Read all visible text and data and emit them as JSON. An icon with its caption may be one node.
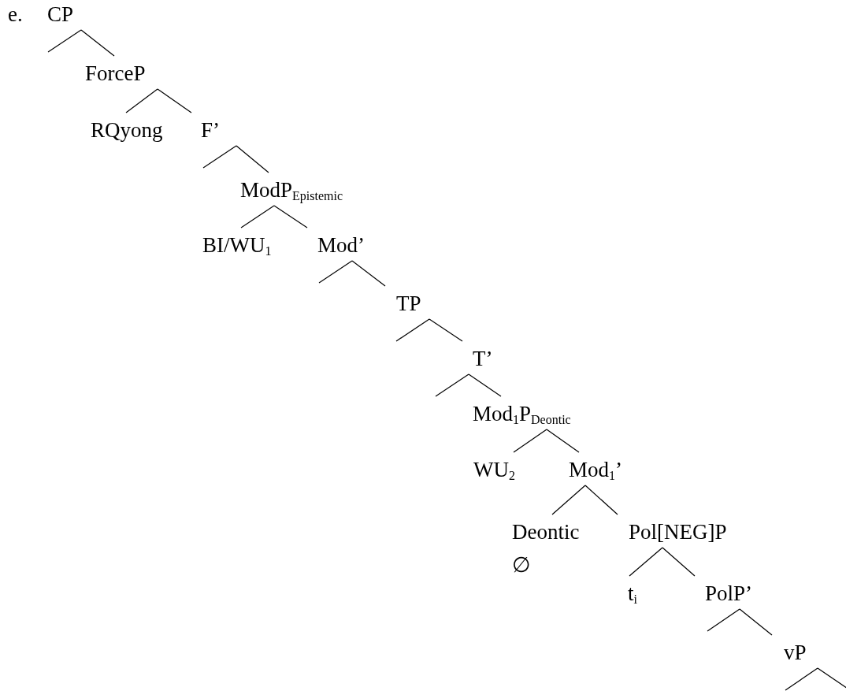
{
  "diagram": {
    "nodes": [
      {
        "text": [
          "CP"
        ]
      },
      {
        "text": [
          "ForceP"
        ]
      },
      {
        "text": [
          "RQyong"
        ]
      },
      {
        "text": [
          "F’"
        ]
      },
      {
        "text": [
          "ModP$_{Epistemic}$"
        ]
      },
      {
        "text": [
          "BI/WU$_{1}$"
        ]
      },
      {
        "text": [
          "Mod’"
        ]
      },
      {
        "text": [
          "TP"
        ]
      },
      {
        "text": [
          "T’"
        ]
      },
      {
        "text": [
          "Mod$_{1}$P$_{Deontic}$"
        ]
      },
      {
        "text": [
          "WU$_{2}$"
        ]
      },
      {
        "text": [
          "Mod$_{1}$’"
        ]
      },
      {
        "text": [
          "Deontic",
          "∅"
        ]
      },
      {
        "text": [
          "Pol[NEG]P"
        ]
      },
      {
        "text": [
          "t$_{i}$"
        ]
      },
      {
        "text": [
          "PolP’"
        ]
      },
      {
        "text": [
          "vP"
        ]
      }
    ],
    "edges": [
      {
        "from": 0,
        "to": null,
        "arrow": "none"
      },
      {
        "from": 0,
        "to": 1,
        "arrow": "none"
      },
      {
        "from": 1,
        "to": 2,
        "arrow": "none"
      },
      {
        "from": 1,
        "to": 3,
        "arrow": "none"
      },
      {
        "from": 3,
        "to": null,
        "arrow": "none"
      },
      {
        "from": 3,
        "to": 4,
        "arrow": "none"
      },
      {
        "from": 4,
        "to": 5,
        "arrow": "none"
      },
      {
        "from": 4,
        "to": 6,
        "arrow": "none"
      },
      {
        "from": 6,
        "to": null,
        "arrow": "none"
      },
      {
        "from": 6,
        "to": 7,
        "arrow": "none"
      },
      {
        "from": 7,
        "to": null,
        "arrow": "none"
      },
      {
        "from": 7,
        "to": 8,
        "arrow": "none"
      },
      {
        "from": 8,
        "to": null,
        "arrow": "none"
      },
      {
        "from": 8,
        "to": 9,
        "arrow": "none"
      },
      {
        "from": 9,
        "to": 10,
        "arrow": "none"
      },
      {
        "from": 9,
        "to": 11,
        "arrow": "none"
      },
      {
        "from": 11,
        "to": 12,
        "arrow": "none"
      },
      {
        "from": 11,
        "to": 13,
        "arrow": "none"
      },
      {
        "from": 13,
        "to": 14,
        "arrow": "none"
      },
      {
        "from": 13,
        "to": 15,
        "arrow": "none"
      },
      {
        "from": 15,
        "to": null,
        "arrow": "none"
      },
      {
        "from": 15,
        "to": 16,
        "arrow": "none"
      },
      {
        "from": 16,
        "to": null,
        "arrow": "none"
      },
      {
        "from": 16,
        "to": null,
        "arrow": "none"
      }
    ],
    "labels": [
      "e."
    ]
  }
}
